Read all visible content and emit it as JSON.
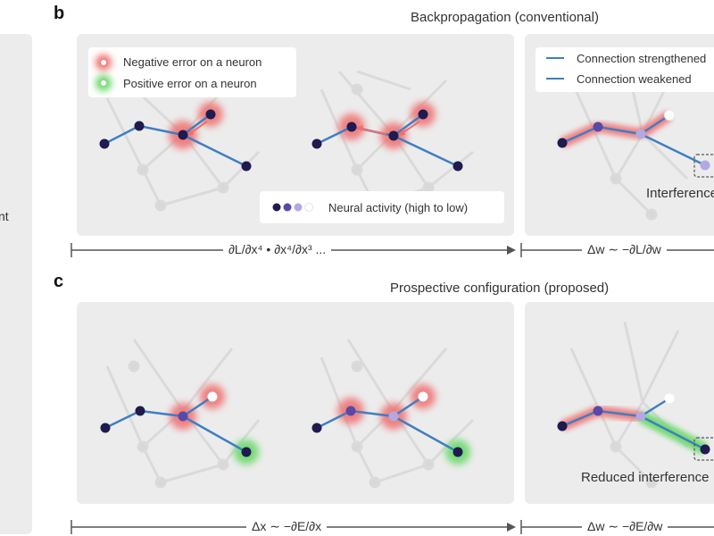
{
  "panels": {
    "b": {
      "letter": "b",
      "title": "Backpropagation (conventional)",
      "legend": {
        "negative_error": "Negative error on a neuron",
        "positive_error": "Positive error on a neuron"
      },
      "activity_legend": "Neural activity (high to low)",
      "right_legend": {
        "strengthened": "Connection strengthened",
        "weakened": "Connection weakened"
      },
      "right_note": "Interference",
      "axis_left": "∂L/∂x⁴ • ∂x⁴/∂x³ ...",
      "axis_right": "Δw ∼ −∂L/∂w"
    },
    "c": {
      "letter": "c",
      "title": "Prospective configuration (proposed)",
      "right_note": "Reduced interference",
      "axis_left": "Δx ∼ −∂E/∂x",
      "axis_right": "Δw ∼ −∂E/∂w"
    }
  },
  "left_panel": {
    "fragment": "nt"
  },
  "colors": {
    "neuron_dark": "#1f1a4f",
    "neuron_mid": "#5a48a8",
    "neuron_light": "#b5a8e0",
    "edge": "#3f7ec2",
    "neg_glow": "#ef6f6f",
    "pos_glow": "#6ad86a",
    "panel_bg": "#ececec"
  }
}
